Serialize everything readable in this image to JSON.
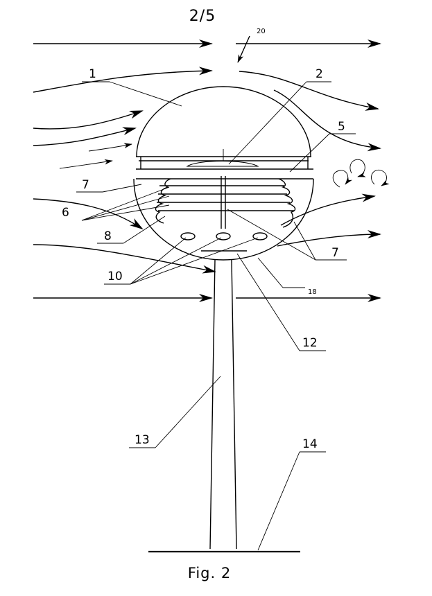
{
  "page": {
    "number": "2/5",
    "caption": "Fig. 2"
  },
  "labels": {
    "l1": "1",
    "l2": "2",
    "l5": "5",
    "l6": "6",
    "l7a": "7",
    "l7b": "7",
    "l8": "8",
    "l10": "10",
    "l12": "12",
    "l13": "13",
    "l14": "14",
    "l18": "18",
    "l20": "20"
  }
}
